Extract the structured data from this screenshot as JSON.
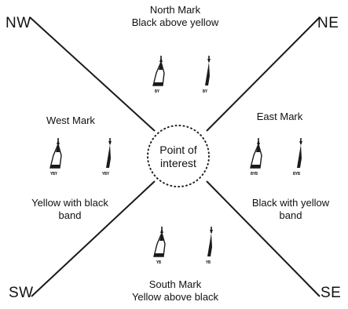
{
  "corners": {
    "nw": "NW",
    "ne": "NE",
    "sw": "SW",
    "se": "SE"
  },
  "center": {
    "line1": "Point of",
    "line2": "interest"
  },
  "marks": {
    "north": {
      "title": "North Mark",
      "desc": "Black above yellow",
      "buoy_tag": "BY"
    },
    "south": {
      "title": "South Mark",
      "desc": "Yellow above black",
      "buoy_tag": "YB"
    },
    "east": {
      "title": "East Mark",
      "desc_line1": "Black with yellow",
      "desc_line2": "band",
      "buoy_tag": "BYB"
    },
    "west": {
      "title": "West Mark",
      "desc_line1": "Yellow with black",
      "desc_line2": "band",
      "buoy_tag": "YBY"
    }
  },
  "colors": {
    "line": "#1a1a1a",
    "buoy": "#1a1a1a",
    "circle": "#222222",
    "background": "#ffffff"
  }
}
